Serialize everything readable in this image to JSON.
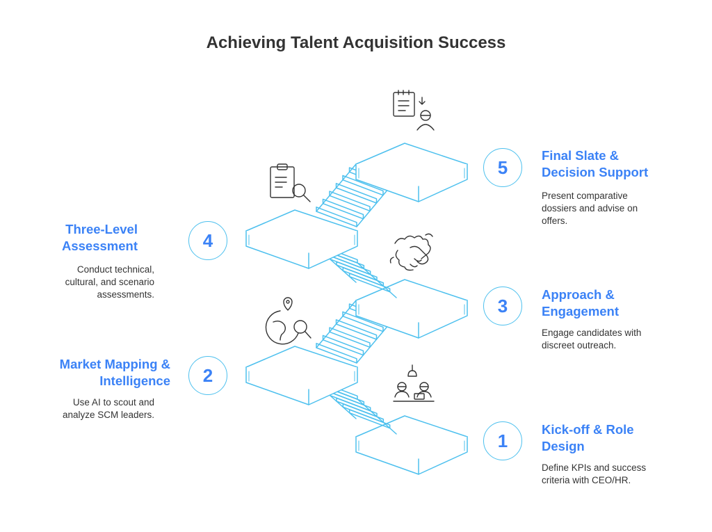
{
  "title": "Achieving Talent Acquisition Success",
  "colors": {
    "accent": "#3b82f6",
    "stair_line": "#4dc0ee",
    "text": "#333333",
    "icon": "#333333"
  },
  "steps": [
    {
      "number": "1",
      "title": "Kick-off & Role\nDesign",
      "description": "Define KPIs and success\ncriteria with CEO/HR.",
      "icon": "meeting-icon"
    },
    {
      "number": "2",
      "title": "Market Mapping &\nIntelligence",
      "description": "Use AI to scout and\nanalyze SCM leaders.",
      "icon": "globe-search-icon"
    },
    {
      "number": "3",
      "title": "Approach &\nEngagement",
      "description": "Engage candidates with\ndiscreet outreach.",
      "icon": "handshake-icon"
    },
    {
      "number": "4",
      "title": "Three-Level\nAssessment",
      "description": "Conduct technical,\ncultural, and scenario\nassessments.",
      "icon": "clipboard-search-icon"
    },
    {
      "number": "5",
      "title": "Final Slate &\nDecision Support",
      "description": "Present comparative\ndossiers and advise on\noffers.",
      "icon": "document-person-icon"
    }
  ]
}
